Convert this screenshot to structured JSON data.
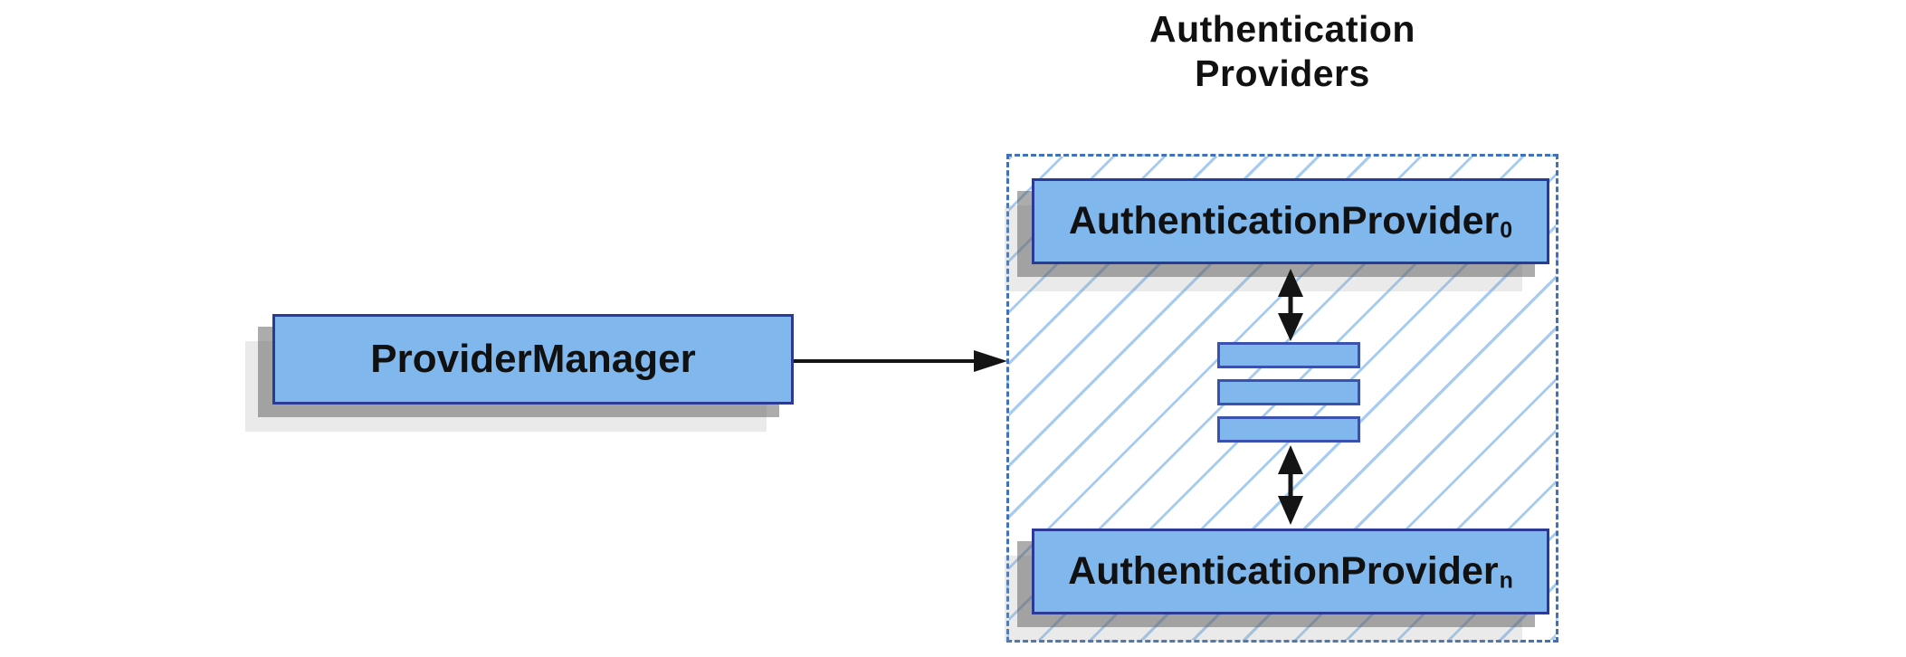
{
  "title": {
    "line1": "Authentication",
    "line2": "Providers"
  },
  "nodes": {
    "provider_manager": {
      "label": "ProviderManager"
    },
    "authentication_provider_first": {
      "label": "AuthenticationProvider",
      "subscript": "0"
    },
    "authentication_provider_last": {
      "label": "AuthenticationProvider",
      "subscript": "n"
    }
  },
  "colors": {
    "node_fill": "#80b8ee",
    "node_border": "#2b3a94",
    "bar_border": "#3a52ae",
    "group_border": "#3f72b8",
    "hatch_line": "#a6cbf0",
    "arrow_color": "#141414",
    "text_color": "#111111"
  }
}
